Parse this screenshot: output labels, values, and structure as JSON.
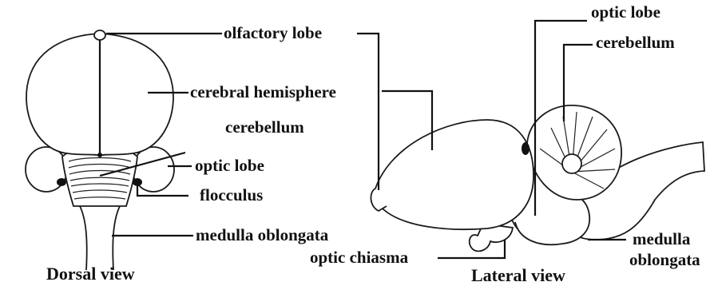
{
  "dorsal": {
    "caption": "Dorsal view",
    "labels": {
      "olfactory_lobe": "olfactory lobe",
      "cerebral_hemisphere": "cerebral hemisphere",
      "cerebellum": "cerebellum",
      "optic_lobe": "optic lobe",
      "flocculus": "flocculus",
      "medulla_oblongata": "medulla oblongata"
    }
  },
  "lateral": {
    "caption": "Lateral view",
    "labels": {
      "optic_lobe": "optic lobe",
      "cerebellum": "cerebellum",
      "optic_chiasma": "optic chiasma",
      "medulla_line1": "medulla",
      "medulla_line2": "oblongata"
    }
  },
  "colors": {
    "ink": "#111111",
    "background": "#ffffff"
  }
}
